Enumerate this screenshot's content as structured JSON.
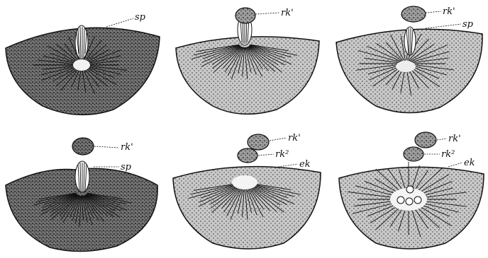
{
  "figure": {
    "panels": [
      {
        "id": "panel-1",
        "labels": [
          {
            "key": "sp",
            "text": "sp"
          }
        ],
        "polar_bodies": 0,
        "spindle": true,
        "nuclei": 0
      },
      {
        "id": "panel-2",
        "labels": [
          {
            "key": "rk",
            "text": "rk'"
          }
        ],
        "polar_bodies": 1,
        "spindle": true,
        "nuclei": 0
      },
      {
        "id": "panel-3",
        "labels": [
          {
            "key": "rk",
            "text": "rk'"
          },
          {
            "key": "sp",
            "text": "sp"
          }
        ],
        "polar_bodies": 1,
        "spindle": true,
        "nuclei": 0
      },
      {
        "id": "panel-4",
        "labels": [
          {
            "key": "rk",
            "text": "rk'"
          },
          {
            "key": "sp",
            "text": "sp"
          }
        ],
        "polar_bodies": 1,
        "spindle": true,
        "nuclei": 0
      },
      {
        "id": "panel-5",
        "labels": [
          {
            "key": "rk1",
            "text": "rk'"
          },
          {
            "key": "rk2",
            "text": "rk²"
          },
          {
            "key": "ek",
            "text": "ek"
          }
        ],
        "polar_bodies": 2,
        "spindle": false,
        "nuclei": 0
      },
      {
        "id": "panel-6",
        "labels": [
          {
            "key": "rk1",
            "text": "rk'"
          },
          {
            "key": "rk2",
            "text": "rk²"
          },
          {
            "key": "ek",
            "text": "ek"
          }
        ],
        "polar_bodies": 2,
        "spindle": false,
        "nuclei": 4
      }
    ],
    "colors": {
      "ink": "#111111",
      "paper": "#ffffff",
      "egg_fill": "#8c8c8c"
    }
  }
}
